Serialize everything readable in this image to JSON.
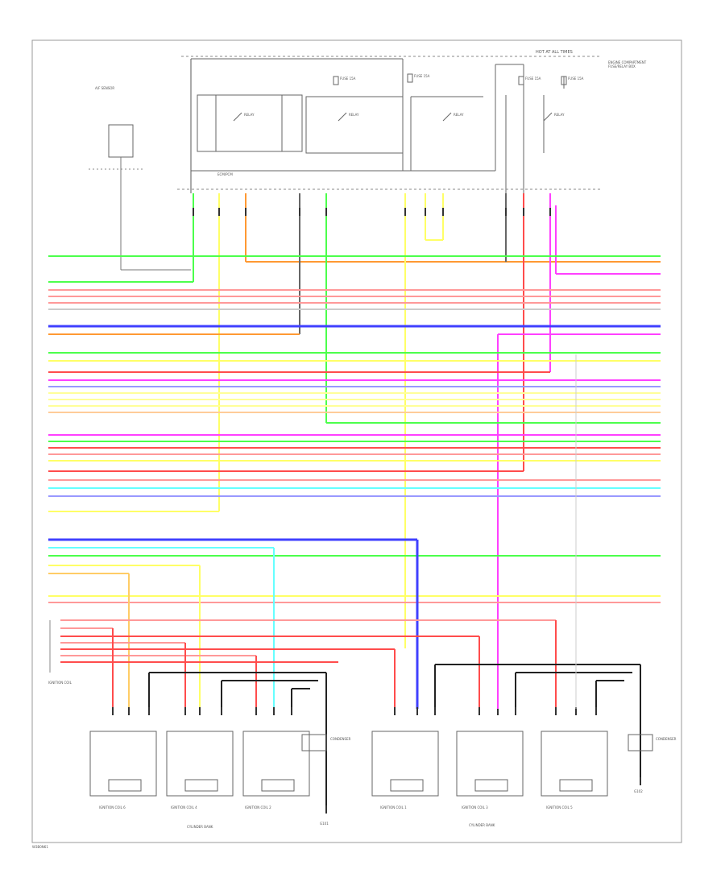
{
  "page": {
    "footer_code": "W3B0N61"
  },
  "diagram": {
    "top_labels": {
      "hot_at_all_times": "HOT AT ALL TIMES",
      "relay_box_note": "ENGINE COMPARTMENT FUSE/RELAY BOX",
      "ecm_note": "ECM/PCM"
    },
    "fuses": [
      {
        "id": "fuse-1",
        "text": "FUSE 15A"
      },
      {
        "id": "fuse-2",
        "text": "FUSE 15A"
      },
      {
        "id": "fuse-3",
        "text": "FUSE 15A"
      },
      {
        "id": "fuse-4",
        "text": "FUSE 15A"
      }
    ],
    "relays": [
      {
        "id": "relay-1",
        "text": "RELAY"
      },
      {
        "id": "relay-2",
        "text": "RELAY"
      },
      {
        "id": "relay-3",
        "text": "RELAY"
      },
      {
        "id": "relay-4",
        "text": "RELAY"
      }
    ],
    "sensor_top_left": "A/F SENSOR",
    "wire_colors": {
      "green": "#4cff4c",
      "red": "#ff4c4c",
      "pink": "#ff9999",
      "blue": "#4040ff",
      "yellow": "#ffff66",
      "magenta": "#ff40ff",
      "cyan": "#66ffff",
      "orange": "#ff9933",
      "gray": "#888888",
      "black": "#222222"
    },
    "bottom": {
      "injectors_left": [
        {
          "id": "ign-coil-6",
          "text": "IGNITION COIL 6"
        },
        {
          "id": "ign-coil-4",
          "text": "IGNITION COIL 4"
        },
        {
          "id": "ign-coil-2",
          "text": "IGNITION COIL 2"
        }
      ],
      "injectors_right": [
        {
          "id": "ign-coil-1",
          "text": "IGNITION COIL 1"
        },
        {
          "id": "ign-coil-3",
          "text": "IGNITION COIL 3"
        },
        {
          "id": "ign-coil-5",
          "text": "IGNITION COIL 5"
        }
      ],
      "bank_left": "CYLINDER BANK",
      "bank_right": "CYLINDER BANK",
      "ground_left": "G101",
      "ground_right": "G102",
      "condenser_left": "CONDENSER",
      "condenser_right": "CONDENSER",
      "left_side_note": "IGNITION COIL"
    }
  }
}
